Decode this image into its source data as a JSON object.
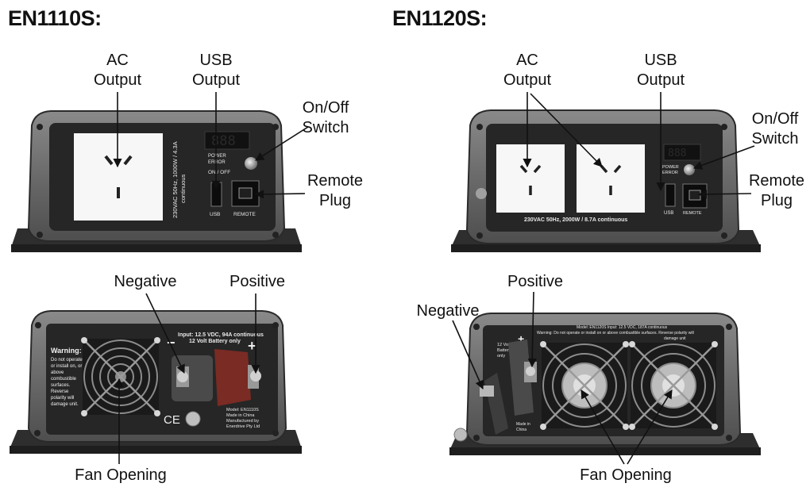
{
  "headings": {
    "left": "EN1110S:",
    "right": "EN1120S:"
  },
  "labels": {
    "ac_output": [
      "AC",
      "Output"
    ],
    "usb_output": [
      "USB",
      "Output"
    ],
    "on_off_switch": [
      "On/Off",
      "Switch"
    ],
    "remote_plug": [
      "Remote",
      "Plug"
    ],
    "negative": "Negative",
    "positive": "Positive",
    "fan_opening": "Fan Opening"
  },
  "panel_text": {
    "en1110s_front": {
      "rating": "230VAC 50Hz, 1000W / 4.3A",
      "rating2": "continuous",
      "power": "POWER",
      "error": "ERROR",
      "on_off": "ON / OFF",
      "usb": "USB",
      "remote": "REMOTE"
    },
    "en1110s_rear": {
      "input": "Input: 12.5 VDC, 94A continuous",
      "battery": "12 Volt Battery only",
      "warning_title": "Warning:",
      "warning_lines": [
        "Do not operate",
        "or install on, or",
        "above",
        "combustible",
        "surfaces.",
        "Reverse",
        "polarity will",
        "damage unit."
      ],
      "model_lines": [
        "Model: EN1110S",
        "Made in China",
        "Manufactured by",
        "Enerdrive Pty Ltd"
      ],
      "minus": "−",
      "plus": "+",
      "ce": "CE"
    },
    "en1120s_front": {
      "rating": "230VAC 50Hz, 2000W / 8.7A continuous",
      "usb": "USB",
      "remote": "REMOTE",
      "power": "POWER",
      "error": "ERROR"
    },
    "en1120s_rear": {
      "model_line": "Model: EN1120S   Input: 12.5 VDC, 187A continuous",
      "warning_line": "Warning: Do not operate or install on or above combustible surfaces. Reverse polarity will",
      "warning_line2": "damage unit",
      "battery_lines": [
        "12 Volt",
        "Battery",
        "only"
      ],
      "made_lines": [
        "Made in",
        "China"
      ],
      "plus": "+"
    }
  },
  "colors": {
    "housing": "#6b6b6b",
    "housing_dark": "#3c3c3c",
    "panel": "#262626",
    "socket": "#f7f7f7",
    "base": "#2e2e2e"
  }
}
